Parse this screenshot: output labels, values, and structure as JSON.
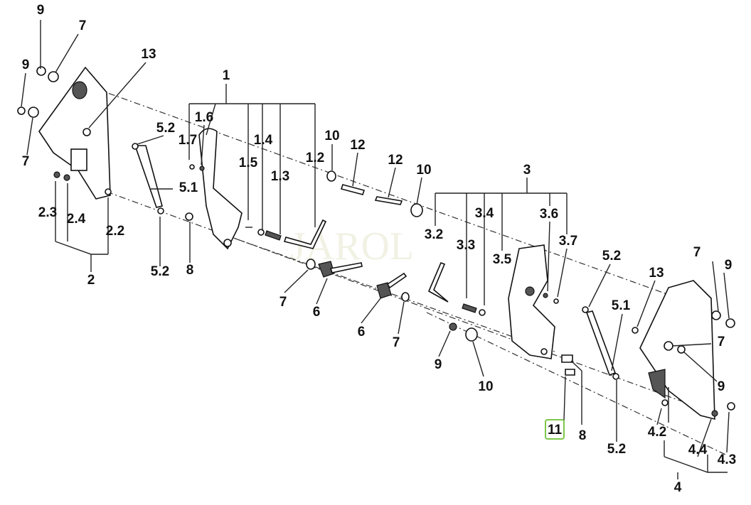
{
  "diagram": {
    "watermark": "JAROL",
    "highlighted_label": "11",
    "highlight_color": "#7cc84a",
    "labels": [
      "9",
      "7",
      "9",
      "13",
      "7",
      "5.2",
      "1",
      "1.6",
      "1.7",
      "1.5",
      "1.4",
      "1.3",
      "1.2",
      "10",
      "12",
      "12",
      "10",
      "3",
      "5.1",
      "2.3",
      "2.4",
      "2.2",
      "3.2",
      "3.4",
      "3.3",
      "3.6",
      "3.7",
      "3.5",
      "5.2",
      "2",
      "5.2",
      "8",
      "7",
      "6",
      "7",
      "9",
      "13",
      "5.1",
      "6",
      "7",
      "7",
      "9",
      "9",
      "10",
      "11",
      "8",
      "4.2",
      "5.2",
      "4.4",
      "4.3",
      "4"
    ]
  }
}
